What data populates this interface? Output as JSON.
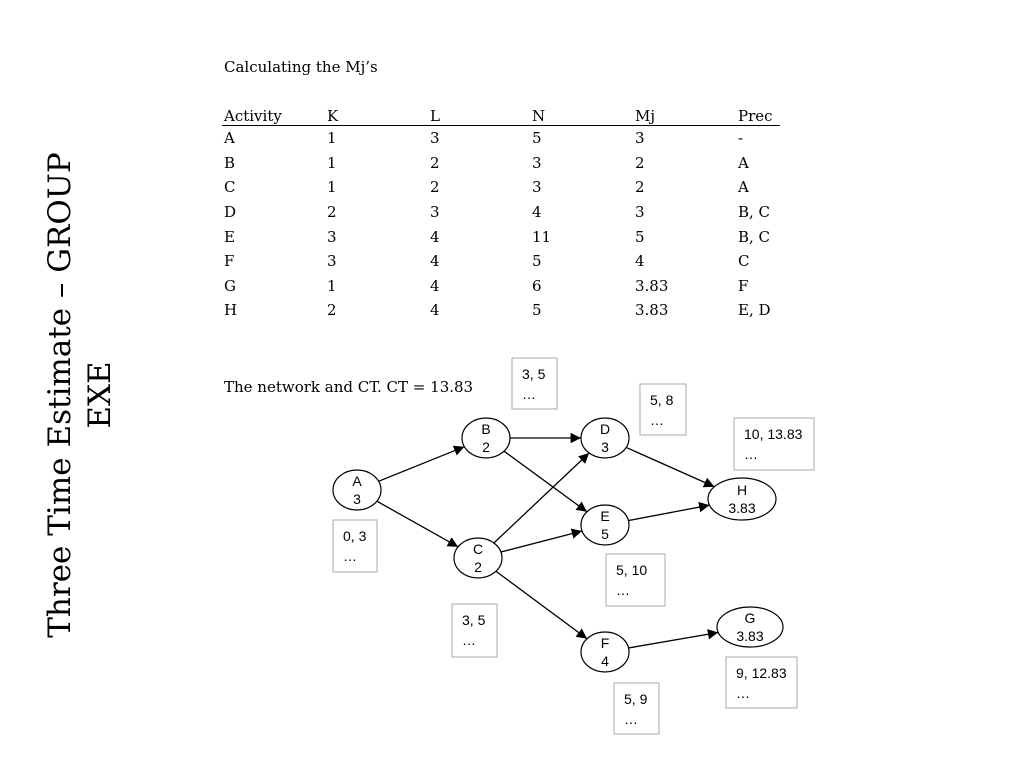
{
  "side_title": {
    "line1": "Three Time Estimate – GROUP",
    "line2": "EXE"
  },
  "subtitle": "Calculating the Mj’s",
  "table": {
    "headers": [
      "Activity",
      "K",
      "L",
      "N",
      "Mj",
      "Prec"
    ],
    "rows": [
      [
        "A",
        "1",
        "3",
        "5",
        "3",
        "-"
      ],
      [
        "B",
        "1",
        "2",
        "3",
        "2",
        "A"
      ],
      [
        "C",
        "1",
        "2",
        "3",
        "2",
        "A"
      ],
      [
        "D",
        "2",
        "3",
        "4",
        "3",
        "B, C"
      ],
      [
        "E",
        "3",
        "4",
        "11",
        "5",
        "B, C"
      ],
      [
        "F",
        "3",
        "4",
        "5",
        "4",
        "C"
      ],
      [
        "G",
        "1",
        "4",
        "6",
        "3.83",
        "F"
      ],
      [
        "H",
        "2",
        "4",
        "5",
        "3.83",
        "E, D"
      ]
    ]
  },
  "network_caption": "The network and CT. CT = 13.83",
  "network": {
    "nodes": [
      {
        "id": "A",
        "value": "3"
      },
      {
        "id": "B",
        "value": "2"
      },
      {
        "id": "C",
        "value": "2"
      },
      {
        "id": "D",
        "value": "3"
      },
      {
        "id": "E",
        "value": "5"
      },
      {
        "id": "F",
        "value": "4"
      },
      {
        "id": "G",
        "value": "3.83"
      },
      {
        "id": "H",
        "value": "3.83"
      }
    ],
    "edges": [
      [
        "A",
        "B"
      ],
      [
        "A",
        "C"
      ],
      [
        "B",
        "D"
      ],
      [
        "B",
        "E"
      ],
      [
        "C",
        "D"
      ],
      [
        "C",
        "E"
      ],
      [
        "C",
        "F"
      ],
      [
        "D",
        "H"
      ],
      [
        "E",
        "H"
      ],
      [
        "F",
        "G"
      ]
    ],
    "time_boxes": [
      {
        "node": "A",
        "times": "0, 3",
        "more": "…"
      },
      {
        "node": "B",
        "times": "3, 5",
        "more": "…"
      },
      {
        "node": "C",
        "times": "3, 5",
        "more": "…"
      },
      {
        "node": "D",
        "times": "5, 8",
        "more": "…"
      },
      {
        "node": "E",
        "times": "5, 10",
        "more": "…"
      },
      {
        "node": "F",
        "times": "5, 9",
        "more": "…"
      },
      {
        "node": "G",
        "times": "9, 12.83",
        "more": "…"
      },
      {
        "node": "H",
        "times": "10, 13.83",
        "more": "…"
      }
    ]
  }
}
